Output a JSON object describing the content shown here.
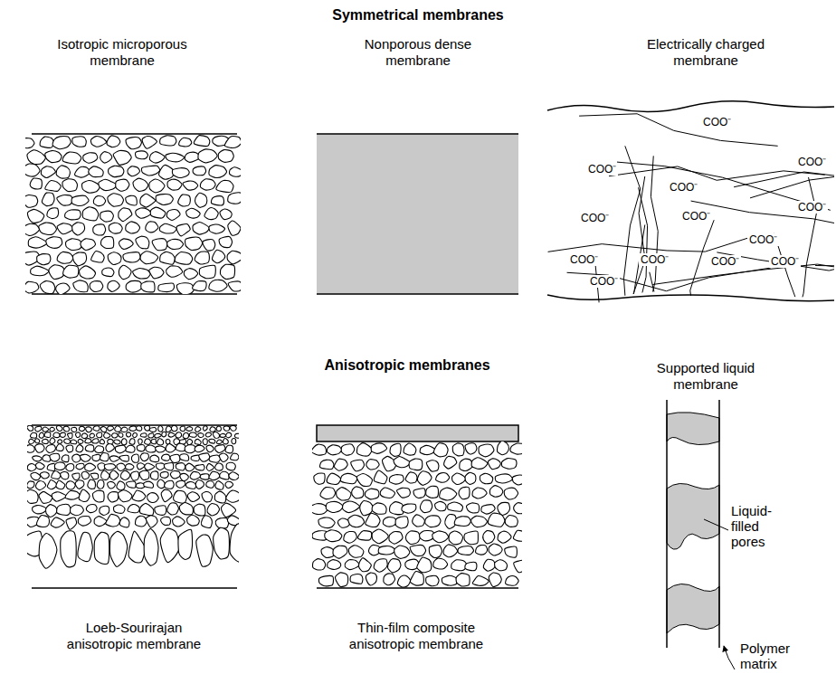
{
  "diagram": {
    "nodes": [
      {
        "text": [
          "Isotropic microporous membrane"
        ]
      },
      {
        "text": [
          "Nonporous dense membrane"
        ]
      },
      {
        "text": [
          "Electrically charged membrane"
        ]
      },
      {
        "text": [
          "Loeb-Sourirajan anisotropic membrane"
        ]
      },
      {
        "text": [
          "Thin-film composite anisotropic membrane"
        ]
      },
      {
        "text": [
          "Supported liquid membrane"
        ]
      }
    ],
    "labels": [
      "Symmetrical membranes",
      "Anisotropic membranes",
      "COO⁻",
      "COO⁻",
      "COO⁻",
      "COO⁻",
      "COO⁻",
      "COO⁻",
      "COO⁻",
      "COO⁻",
      "COO⁻",
      "COO⁻",
      "COO⁻",
      "COO⁻",
      "COO⁻",
      "Liquid-filled pores",
      "Polymer matrix"
    ]
  }
}
